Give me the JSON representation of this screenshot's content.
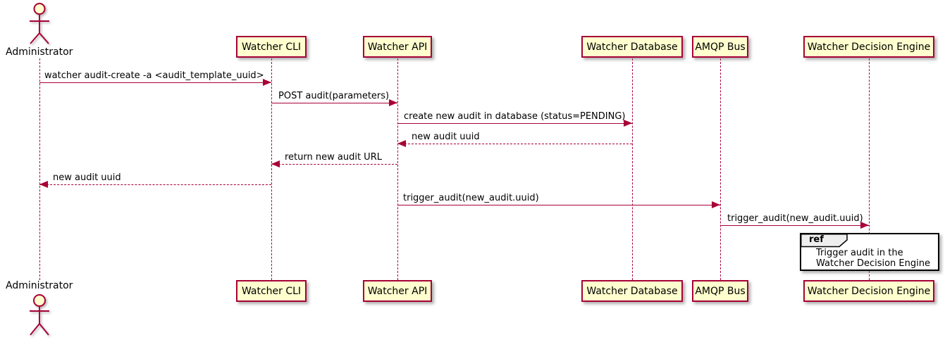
{
  "diagram_type": "uml-sequence",
  "colors": {
    "background": "#FFFFFF",
    "participant_fill": "#FEFECE",
    "participant_border": "#A80036",
    "lifeline": "#A80036",
    "arrow": "#A80036",
    "text": "#000000",
    "ref_fill": "#FFFFFF",
    "ref_border": "#000000",
    "ref_tag_fill": "#EEEEEE"
  },
  "actor": {
    "name": "Administrator"
  },
  "participants": [
    {
      "name": "Watcher CLI"
    },
    {
      "name": "Watcher API"
    },
    {
      "name": "Watcher Database"
    },
    {
      "name": "AMQP Bus"
    },
    {
      "name": "Watcher Decision Engine"
    }
  ],
  "messages": [
    {
      "from": "Administrator",
      "to": "Watcher CLI",
      "label": "watcher audit-create -a <audit_template_uuid>",
      "style": "solid",
      "direction": "right"
    },
    {
      "from": "Watcher CLI",
      "to": "Watcher API",
      "label": "POST audit(parameters)",
      "style": "solid",
      "direction": "right"
    },
    {
      "from": "Watcher API",
      "to": "Watcher Database",
      "label": "create new audit in database (status=PENDING)",
      "style": "solid",
      "direction": "right"
    },
    {
      "from": "Watcher Database",
      "to": "Watcher API",
      "label": "new audit uuid",
      "style": "dashed",
      "direction": "left"
    },
    {
      "from": "Watcher API",
      "to": "Watcher CLI",
      "label": "return new audit URL",
      "style": "dashed",
      "direction": "left"
    },
    {
      "from": "Watcher CLI",
      "to": "Administrator",
      "label": "new audit uuid",
      "style": "dashed",
      "direction": "left"
    },
    {
      "from": "Watcher API",
      "to": "AMQP Bus",
      "label": "trigger_audit(new_audit.uuid)",
      "style": "solid",
      "direction": "right"
    },
    {
      "from": "AMQP Bus",
      "to": "Watcher Decision Engine",
      "label": "trigger_audit(new_audit.uuid)",
      "style": "solid",
      "direction": "right"
    }
  ],
  "ref": {
    "tag": "ref",
    "line1": "Trigger audit in the",
    "line2": "Watcher Decision Engine",
    "over": "Watcher Decision Engine"
  }
}
